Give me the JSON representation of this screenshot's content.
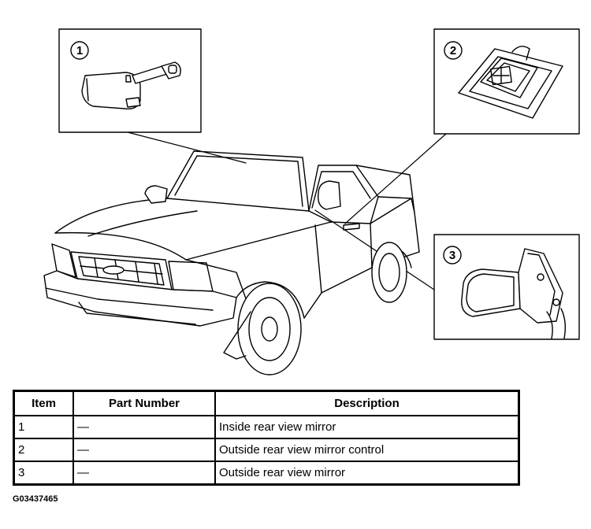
{
  "callouts": [
    {
      "number": "1"
    },
    {
      "number": "2"
    },
    {
      "number": "3"
    }
  ],
  "table": {
    "headers": {
      "item": "Item",
      "part_number": "Part Number",
      "description": "Description"
    },
    "rows": [
      {
        "item": "1",
        "part_number": "—",
        "description": "Inside rear view mirror"
      },
      {
        "item": "2",
        "part_number": "—",
        "description": "Outside rear view mirror control"
      },
      {
        "item": "3",
        "part_number": "—",
        "description": "Outside rear view mirror"
      }
    ]
  },
  "figure_id": "G03437465"
}
